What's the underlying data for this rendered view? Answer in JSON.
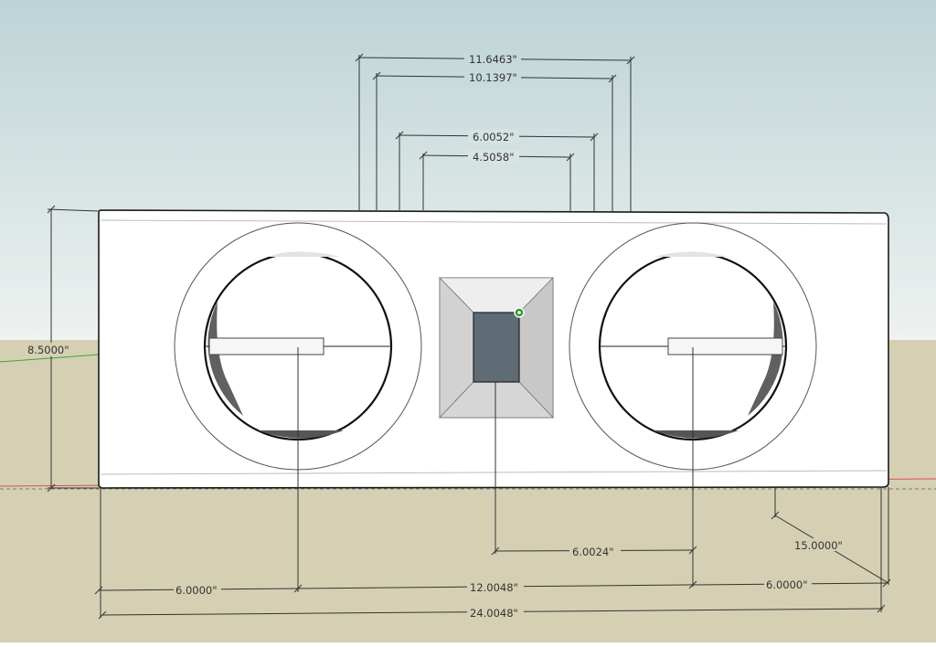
{
  "scene": {
    "sky_top_color": "#bdd3d6",
    "sky_bottom_color": "#eef2f0",
    "ground_color": "#d5d0b4",
    "box_color": "#ffffff",
    "port_color": "#5f6b75",
    "snap_point_color": "#2e9a2e",
    "axis_red_color": "#d9534f",
    "axis_green_color": "#3aa53a"
  },
  "dimensions": {
    "top": [
      {
        "id": "dim-top-1",
        "label": "11.6463\""
      },
      {
        "id": "dim-top-2",
        "label": "10.1397\""
      },
      {
        "id": "dim-top-3",
        "label": "6.0052\""
      },
      {
        "id": "dim-top-4",
        "label": "4.5058\""
      }
    ],
    "height": "8.5000\"",
    "depth": "15.0000\"",
    "center_to_speaker": "6.0024\"",
    "left_edge_to_speaker": "6.0000\"",
    "speaker_to_speaker": "12.0048\"",
    "speaker_to_right_edge": "6.0000\"",
    "overall_width": "24.0048\""
  }
}
